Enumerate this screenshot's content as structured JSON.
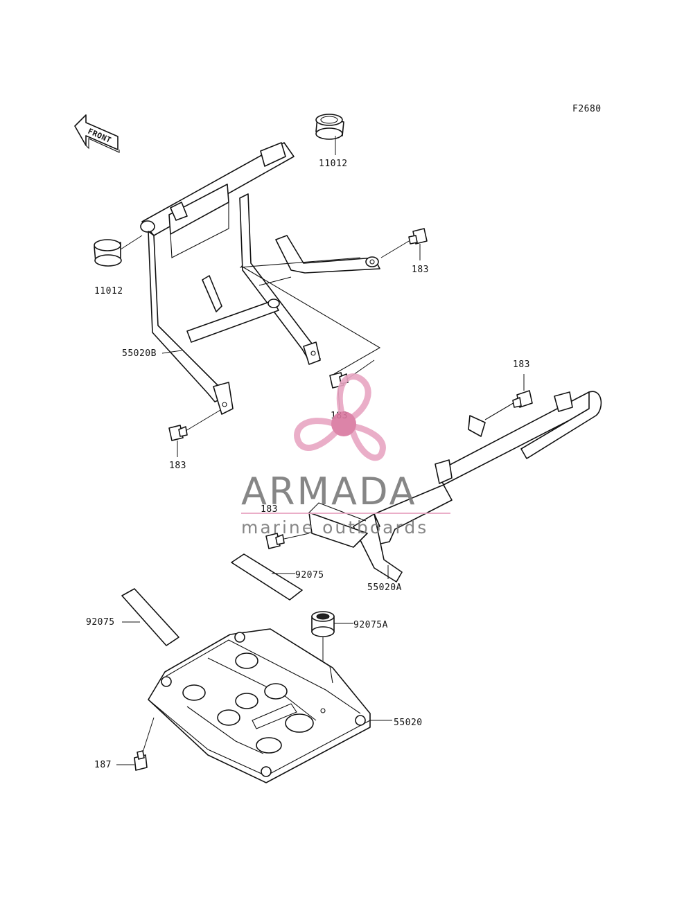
{
  "figure_code": "F2680",
  "front_arrow": {
    "label": "FRONT",
    "icon": "front-arrow-icon"
  },
  "callouts": {
    "bumper_right_top": "11012",
    "bumper_left": "11012",
    "bolt_top_right": "183",
    "frame_rear": "55020B",
    "bolt_center": "183",
    "bolt_right": "183",
    "bolt_lower_left": "183",
    "bolt_front": "183",
    "pad_upper": "92075",
    "frame_front": "55020A",
    "pad_left": "92075",
    "collar": "92075A",
    "skid_plate": "55020",
    "screw": "187"
  },
  "watermark": {
    "brand": "ARMADA",
    "tagline": "marine outboards",
    "icon": "propeller-logo-icon",
    "colors": {
      "logo": "#e8a6c3",
      "logo_dark": "#d9779f",
      "text": "#7a7a7a",
      "rule": "#e8a6c3"
    }
  }
}
